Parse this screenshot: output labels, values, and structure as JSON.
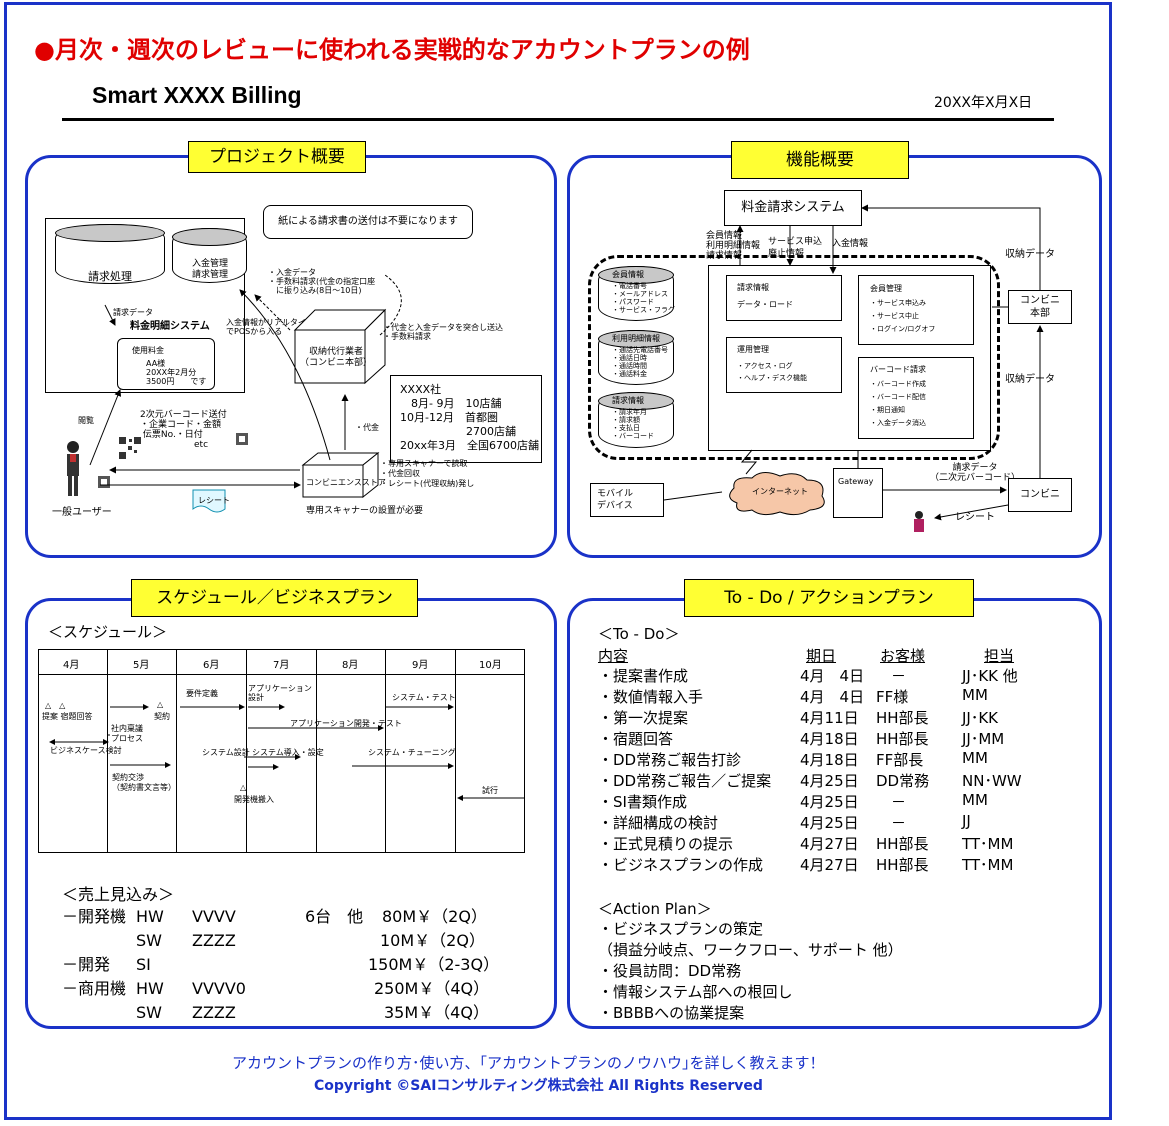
{
  "header": {
    "title": "●月次・週次のレビューに使われる実戦的なアカウントプランの例",
    "subtitle": "Smart XXXX Billing",
    "date": "20XX年X月X日"
  },
  "panels": {
    "project": {
      "label": "プロジェクト概要",
      "note": "紙による請求書の送付は不要になります",
      "billing_db": "請求処理",
      "payment_db": "入金管理\n請求管理",
      "billing_data": "請求データ",
      "statement_system": "料金明細システム",
      "usage_title": "使用料金",
      "usage_lines": [
        "AA様",
        "20XX年2月分",
        "3500円　　です"
      ],
      "agent_box": "収納代行業者\n（コンビニ本部）",
      "stats_lines": [
        "XXXX社",
        "　8月- 9月　10店舗",
        "10月-12月　首都圏",
        "　　　　　　2700店舗",
        "20xx年3月　全国6700店舗"
      ],
      "realtime": "入金情報がリアルタイム\nでPOSから入る",
      "payment_data": "・入金データ\n・手数料請求(代金の指定口座\n　に振り込み(8日～10日)",
      "remit": "・代金と入金データを突合し送込\n・手数料請求",
      "qr_label": "2次元バーコード送付\n・企業コード・金額\n 伝票No.・日付\n　　　　　　etc",
      "browse": "閲覧",
      "store": "コンビニエンスストア",
      "store_notes": "・専用スキャナーで読取\n・代金回収\n・レシート(代理収納)発し",
      "receipt": "レシート",
      "daikin": "・代金",
      "user": "一般ユーザー",
      "scanner": "専用スキャナーの設置が必要"
    },
    "function": {
      "label": "機能概要",
      "system": "料金請求システム",
      "member_info": "会員情報\n利用明細情報\n請求情報",
      "service_app": "サービス申込\n廃止情報",
      "payment_info": "入金情報",
      "collection_data": "収納データ",
      "db1_title": "会員情報",
      "db1_items": [
        "・電話番号",
        "・メールアドレス",
        "・パスワード",
        "・サービス・フラグ"
      ],
      "db2_title": "利用明細情報",
      "db2_items": [
        "・通話先電話番号",
        "・通話日時",
        "・通話時間",
        "・通話料金"
      ],
      "db3_title": "請求情報",
      "db3_items": [
        "・請求年月",
        "・請求額",
        "・支払日",
        "・バーコード"
      ],
      "billing_info": "請求情報",
      "data_load": "データ・ロード",
      "member_mgmt": "会員管理",
      "member_mgmt_items": [
        "・サービス申込み",
        "・サービス中止",
        "・ログイン/ログオフ"
      ],
      "ops_mgmt": "運用管理",
      "ops_items": [
        "・アクセス・ログ",
        "・ヘルプ・デスク機能"
      ],
      "barcode": "バーコード請求",
      "barcode_items": [
        "・バーコード作成",
        "・バーコード配信",
        "・期日通知",
        "・入金データ消込"
      ],
      "hq": "コンビニ\n本部",
      "mobile": "モバイル\nデバイス",
      "internet": "インターネット",
      "gateway": "Gateway",
      "bill_data": "請求データ\n（二次元バーコード）",
      "cvs": "コンビニ",
      "receipt": "レシート"
    },
    "schedule": {
      "label": "スケジュール／ビジネスプラン",
      "heading": "＜スケジュール＞",
      "months": [
        "4月",
        "5月",
        "6月",
        "7月",
        "8月",
        "9月",
        "10月"
      ],
      "items": {
        "teian": "提案 宿題回答",
        "keiyaku": "契約",
        "yoken": "要件定義",
        "app_design": "アプリケーション\n設計",
        "sys_test": "システム・テスト",
        "internal": "社内稟議\nプロセス",
        "app_dev": "アプリケーション開発・テスト",
        "biz_case": "ビジネスケース検討",
        "sys_design": "システム設計",
        "sys_deploy": "システム導入・設定",
        "tuning": "システム・チューニング",
        "negotiation": "契約交渉\n（契約書文言等）",
        "dev_machine": "開発機搬入",
        "trial": "試行"
      },
      "sales_heading": "＜売上見込み＞",
      "sales": [
        [
          "－開発機",
          "HW",
          "VVVV",
          "6台　他",
          "80M￥（2Q）"
        ],
        [
          "",
          "SW",
          "ZZZZ",
          "",
          "10M￥（2Q）"
        ],
        [
          "－開発",
          "SI",
          "",
          "",
          "150M￥（2-3Q）"
        ],
        [
          "－商用機",
          "HW",
          "VVVV0",
          "",
          "250M￥（4Q）"
        ],
        [
          "",
          "SW",
          "ZZZZ",
          "",
          "35M￥（4Q）"
        ]
      ]
    },
    "todo": {
      "label_a": "To - Do /",
      "label_b": "アクションプラン",
      "heading": "＜To - Do＞",
      "columns": [
        "内容",
        "期日",
        "お客様",
        "担当"
      ],
      "rows": [
        [
          "・提案書作成",
          "4月　4日",
          "　－",
          "JJ･KK 他"
        ],
        [
          "・数値情報入手",
          "4月　4日",
          "FF様",
          "MM"
        ],
        [
          "・第一次提案",
          "4月11日",
          "HH部長",
          "JJ･KK"
        ],
        [
          "・宿題回答",
          "4月18日",
          "HH部長",
          "JJ･MM"
        ],
        [
          "・DD常務ご報告打診",
          "4月18日",
          "FF部長",
          "MM"
        ],
        [
          "・DD常務ご報告／ご提案",
          "4月25日",
          "DD常務",
          "NN･WW"
        ],
        [
          "・SI書類作成",
          "4月25日",
          "　－",
          "MM"
        ],
        [
          "・詳細構成の検討",
          "4月25日",
          "　－",
          "JJ"
        ],
        [
          "・正式見積りの提示",
          "4月27日",
          "HH部長",
          "TT･MM"
        ],
        [
          "・ビジネスプランの作成",
          "4月27日",
          "HH部長",
          "TT･MM"
        ]
      ],
      "action_heading": "＜Action Plan＞",
      "actions": [
        "・ビジネスプランの策定",
        "（損益分岐点、ワークフロー、サポート 他）",
        "・役員訪問：DD常務",
        "・情報システム部への根回し",
        "・BBBBへの協業提案"
      ]
    }
  },
  "footer": {
    "line1": "アカウントプランの作り方･使い方、｢アカウントプランのノウハウ｣を詳しく教えます！",
    "line2": "Copyright ©SAIコンサルティング株式会社 All Rights Reserved"
  }
}
